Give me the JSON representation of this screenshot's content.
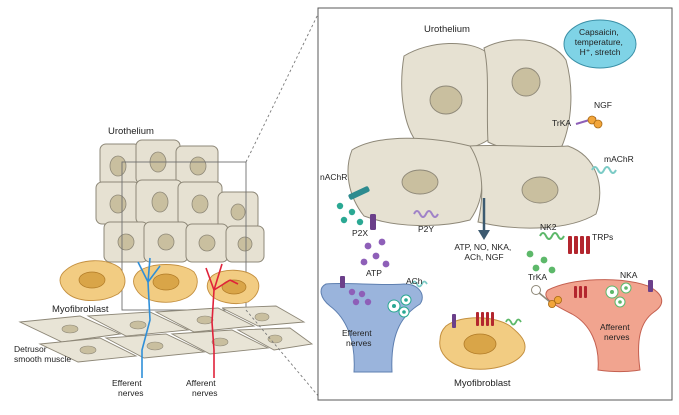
{
  "left": {
    "urothelium": "Urothelium",
    "myofibroblast": "Myofibroblast",
    "detrusor_line1": "Detrusor",
    "detrusor_line2": "smooth muscle",
    "efferent_line1": "Efferent",
    "efferent_line2": "nerves",
    "afferent_line1": "Afferent",
    "afferent_line2": "nerves"
  },
  "right": {
    "urothelium": "Urothelium",
    "stimuli_line1": "Capsaicin,",
    "stimuli_line2": "temperature,",
    "stimuli_line3": "H⁺, stretch",
    "trka_top": "TrKA",
    "ngf": "NGF",
    "machr_top": "mAChR",
    "nachr": "nAChR",
    "p2x": "P2X",
    "p2y": "P2Y",
    "release_line1": "ATP, NO, NKA,",
    "release_line2": "ACh, NGF",
    "nk2": "NK2",
    "trps": "TRPs",
    "atp": "ATP",
    "ach": "ACh",
    "efferent_line1": "Efferent",
    "efferent_line2": "nerves",
    "myofibroblast": "Myofibroblast",
    "trka_bottom": "TrKA",
    "nka": "NKA",
    "afferent_line1": "Afferent",
    "afferent_line2": "nerves"
  },
  "colors": {
    "cell_fill": "#e6e1d2",
    "cell_stroke": "#8e8878",
    "nucleus_fill": "#c9bf9f",
    "myofibroblast_fill": "#f2cc82",
    "myofibroblast_nucleus": "#d9a548",
    "muscle_fill": "#e8e4d6",
    "efferent_nerve": "#2f8fd8",
    "afferent_nerve": "#e0223a",
    "efferent_terminal": "#9ab4dc",
    "afferent_terminal": "#f1a48f",
    "stimuli_bubble": "#7fd3e6",
    "teal_dot": "#2aa893",
    "purple_dot": "#8e5fb8",
    "green_dot": "#5db86a"
  }
}
